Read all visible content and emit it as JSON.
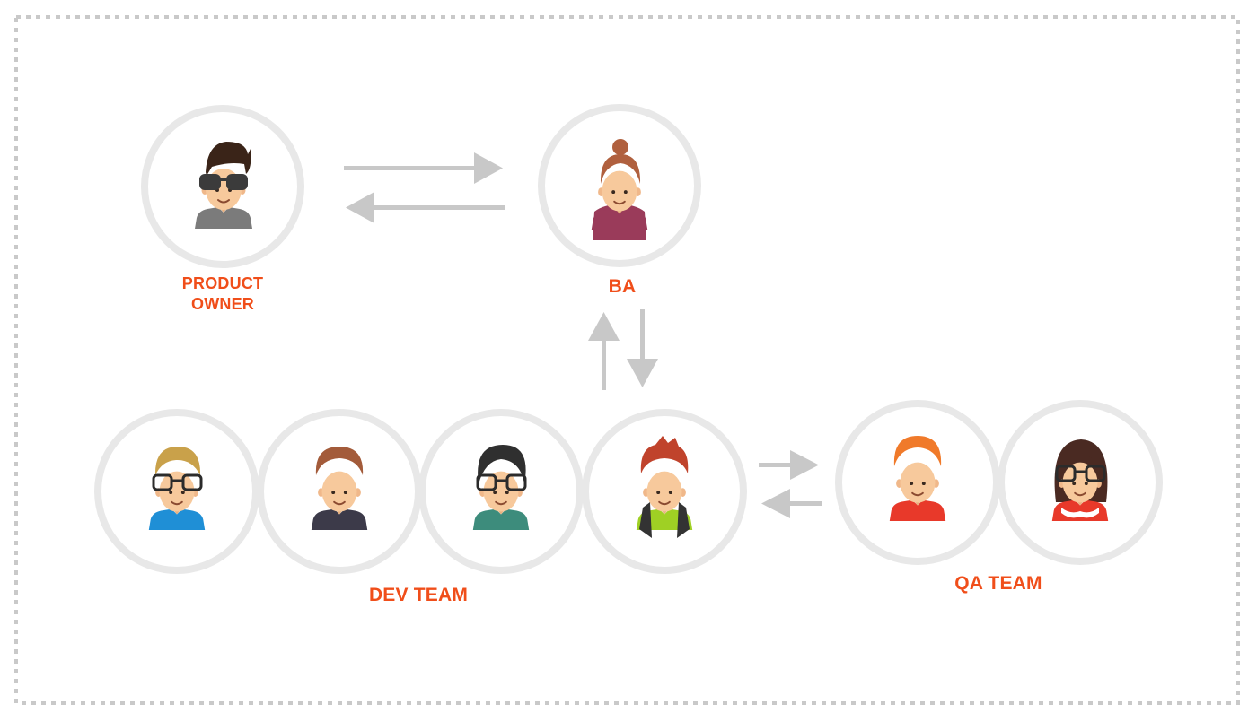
{
  "labels": {
    "product_owner_line1": "PRODUCT",
    "product_owner_line2": "OWNER",
    "ba": "BA",
    "dev_team": "DEV TEAM",
    "qa_team": "QA TEAM"
  },
  "colors": {
    "label": "#f04e1a",
    "ring": "#e8e8e8",
    "arrow": "#c8c8c8",
    "frame": "#c9c9c9"
  }
}
